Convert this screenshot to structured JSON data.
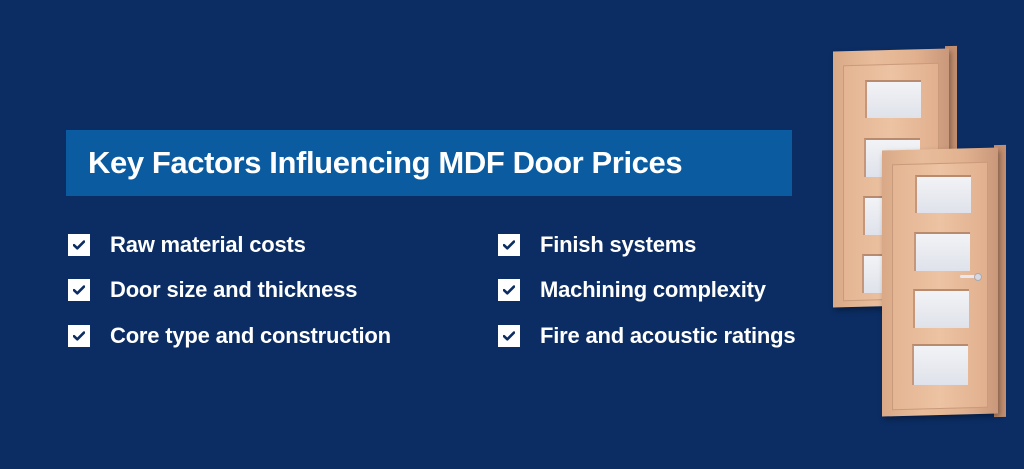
{
  "title": "Key Factors Influencing MDF Door Prices",
  "colors": {
    "background": "#0b2d63",
    "title_bar": "#0a5b9f",
    "text": "#ffffff",
    "check_box": "#ffffff",
    "check_mark": "#0b2d63",
    "door_wood": "#e8bd9b",
    "door_glass": "#eceef3"
  },
  "factors": {
    "left": [
      {
        "label": "Raw material costs",
        "icon": "checkbox-checked-icon"
      },
      {
        "label": "Door size and thickness",
        "icon": "checkbox-checked-icon"
      },
      {
        "label": "Core type and construction",
        "icon": "checkbox-checked-icon"
      }
    ],
    "right": [
      {
        "label": "Finish systems",
        "icon": "checkbox-checked-icon"
      },
      {
        "label": "Machining complexity",
        "icon": "checkbox-checked-icon"
      },
      {
        "label": "Fire and acoustic ratings",
        "icon": "checkbox-checked-icon"
      }
    ]
  },
  "illustration": {
    "description": "Two MDF doors with four frosted glass panels each",
    "door_count": 2,
    "panels_per_door": 4
  }
}
